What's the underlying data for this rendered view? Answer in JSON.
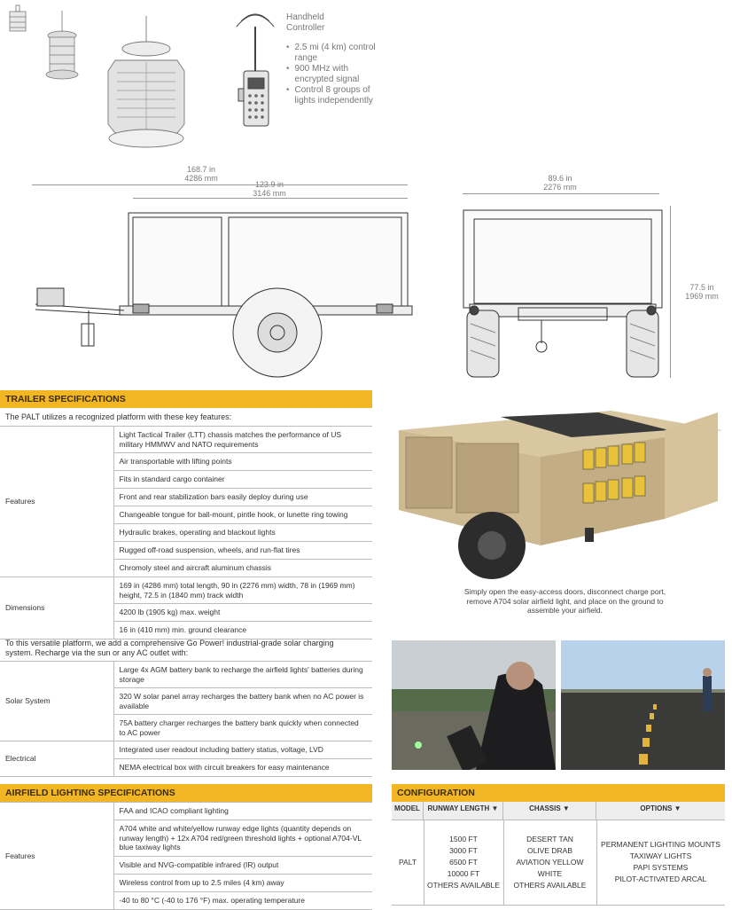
{
  "controller": {
    "title": "Handheld Controller",
    "bullets": [
      "2.5 mi (4 km) control range",
      "900 MHz with encrypted signal",
      "Control 8 groups of lights independently"
    ]
  },
  "side_view": {
    "overall_length": [
      "168.7 in",
      "4286 mm"
    ],
    "box_length": [
      "123.9 in",
      "3146 mm"
    ]
  },
  "rear_view": {
    "width": [
      "89.6 in",
      "2276 mm"
    ],
    "height": [
      "77.5 in",
      "1969 mm"
    ]
  },
  "trailer_specs": {
    "heading": "TRAILER SPECIFICATIONS",
    "intro": "The PALT utilizes a recognized platform with these key features:",
    "groups": [
      {
        "category": "Features",
        "items": [
          "Light Tactical Trailer (LTT) chassis matches the performance of US military HMMWV and NATO requirements",
          "Air transportable with lifting points",
          "Fits in standard cargo container",
          "Front and rear stabilization bars easily deploy during use",
          "Changeable tongue for ball-mount, pintle hook, or lunette ring towing",
          "Hydraulic brakes, operating and blackout lights",
          "Rugged off-road suspension, wheels, and run-flat tires",
          "Chromoly steel and aircraft aluminum chassis"
        ]
      },
      {
        "category": "Dimensions",
        "items": [
          "169 in (4286 mm) total length, 90 in (2276 mm) width, 78 in (1969 mm) height, 72.5 in (1840 mm) track width",
          "4200 lb (1905 kg) max. weight",
          "16 in (410 mm) min. ground clearance"
        ]
      }
    ],
    "solar_intro": "To this versatile platform, we add a comprehensive Go Power! industrial-grade solar charging system. Recharge via the sun or any AC outlet with:",
    "groups2": [
      {
        "category": "Solar System",
        "items": [
          "Large 4x AGM battery bank to recharge the airfield lights' batteries during storage",
          "320 W solar panel array recharges the battery bank when no AC power is available",
          "75A battery charger recharges the battery bank quickly when connected to AC power"
        ]
      },
      {
        "category": "Electrical",
        "items": [
          "Integrated user readout including battery status, voltage, LVD",
          "NEMA electrical box with circuit breakers for easy maintenance"
        ]
      }
    ]
  },
  "airfield_specs": {
    "heading": "AIRFIELD LIGHTING SPECIFICATIONS",
    "category": "Features",
    "items": [
      "FAA and ICAO compliant lighting",
      "A704 white and white/yellow runway edge lights (quantity depends on runway length) + 12x A704 red/green threshold lights + optional A704-VL blue taxiway lights",
      "Visible and NVG-compatible infrared (IR) output",
      "Wireless control from up to 2.5 miles (4 km) away",
      "-40 to 80 °C (-40 to 176 °F) max. operating temperature"
    ]
  },
  "photo_caption": "Simply open the easy-access doors, disconnect charge port, remove A704 solar airfield light, and place on the ground to assemble your airfield.",
  "configuration": {
    "heading": "CONFIGURATION",
    "columns": [
      "MODEL",
      "RUNWAY LENGTH ▼",
      "CHASSIS ▼",
      "OPTIONS ▼"
    ],
    "model": "PALT",
    "runway_lengths": [
      "1500 FT",
      "3000 FT",
      "6500 FT",
      "10000 FT",
      "OTHERS AVAILABLE"
    ],
    "chassis": [
      "DESERT TAN",
      "OLIVE DRAB",
      "AVIATION YELLOW",
      "WHITE",
      "OTHERS AVAILABLE"
    ],
    "options": [
      "PERMANENT LIGHTING MOUNTS",
      "TAXIWAY LIGHTS",
      "PAPI SYSTEMS",
      "PILOT-ACTIVATED ARCAL"
    ]
  },
  "colors": {
    "accent": "#f2b523",
    "tan": "#cdb992",
    "line": "#bdbdbd"
  }
}
